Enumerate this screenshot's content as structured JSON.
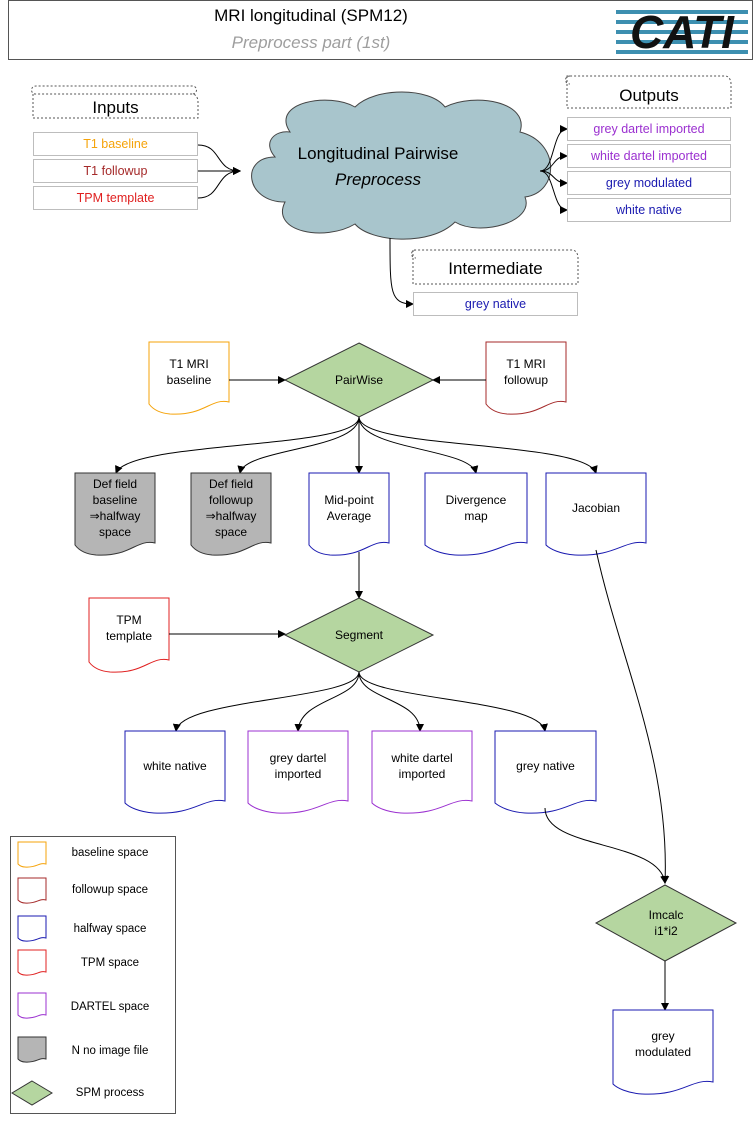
{
  "header": {
    "title": "MRI longitudinal (SPM12)",
    "subtitle": "Preprocess part (1st)",
    "logo_text": "CATI"
  },
  "inputs": {
    "heading": "Inputs",
    "items": [
      "T1 baseline",
      "T1 followup",
      "TPM template"
    ],
    "colors": [
      "#f5a30a",
      "#a52a2a",
      "#e02020"
    ]
  },
  "cloud": {
    "line1": "Longitudinal Pairwise",
    "line2": "Preprocess",
    "fill": "#a8c5cc"
  },
  "outputs": {
    "heading": "Outputs",
    "items": [
      "grey dartel imported",
      "white dartel imported",
      "grey modulated",
      "white native"
    ],
    "colors": [
      "#9b30d0",
      "#9b30d0",
      "#1a1ab0",
      "#1a1ab0"
    ]
  },
  "intermediate": {
    "heading": "Intermediate",
    "item": "grey native"
  },
  "flow": {
    "t1_baseline": [
      "T1 MRI",
      "baseline"
    ],
    "t1_followup": [
      "T1 MRI",
      "followup"
    ],
    "pairwise": "PairWise",
    "def_baseline": [
      "Def field",
      "baseline",
      "⇒halfway",
      "space"
    ],
    "def_followup": [
      "Def field",
      "followup",
      "⇒halfway",
      "space"
    ],
    "midpoint": [
      "Mid-point",
      "Average"
    ],
    "divergence": [
      "Divergence",
      "map"
    ],
    "jacobian": "Jacobian",
    "tpm": [
      "TPM",
      "template"
    ],
    "segment": "Segment",
    "white_native": "white native",
    "grey_dartel": [
      "grey dartel",
      "imported"
    ],
    "white_dartel": [
      "white dartel",
      "imported"
    ],
    "grey_native": "grey native",
    "imcalc": [
      "Imcalc",
      "i1*i2"
    ],
    "grey_modulated": [
      "grey",
      "modulated"
    ]
  },
  "legend": {
    "items": [
      "baseline space",
      "followup space",
      "halfway space",
      "TPM space",
      "DARTEL space",
      "N no image file",
      "SPM process"
    ]
  },
  "colors": {
    "baseline": "#f5a30a",
    "followup": "#a52a2a",
    "halfway": "#1a1ab0",
    "tpm": "#e02020",
    "dartel": "#9b30d0",
    "noimage_fill": "#b5b5b5",
    "process_fill": "#b5d6a0",
    "process_stroke": "#333333"
  }
}
